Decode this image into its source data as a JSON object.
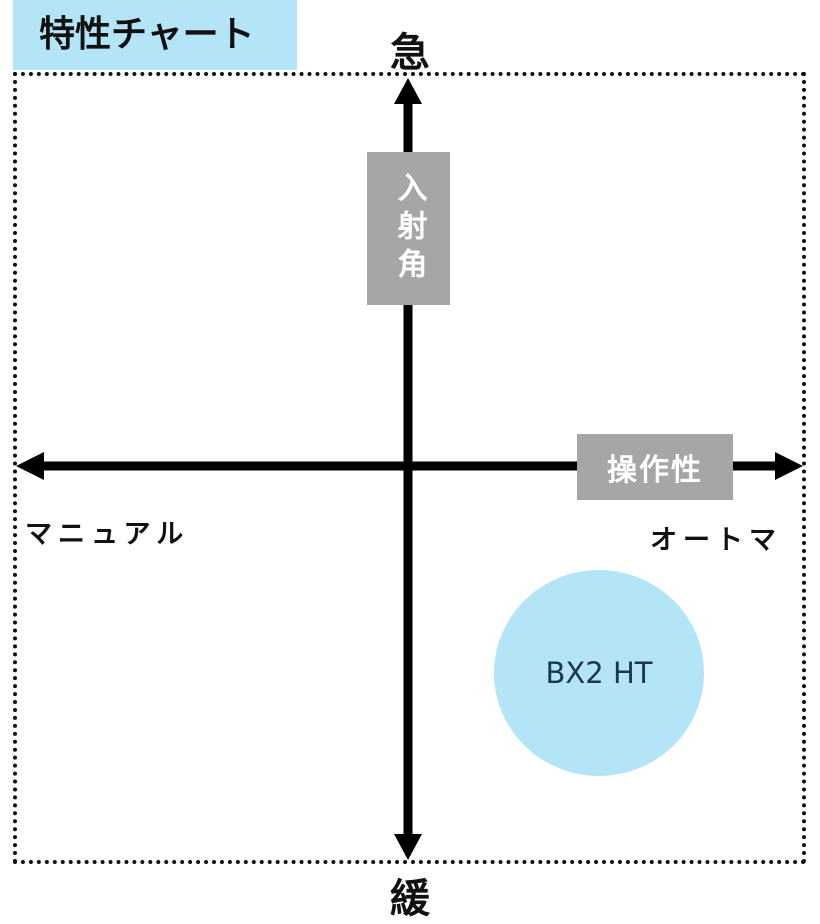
{
  "title": "特性チャート",
  "axes": {
    "vertical": {
      "label": "入射角",
      "label_chars": [
        "入",
        "射",
        "角"
      ],
      "top": "急",
      "bottom": "緩"
    },
    "horizontal": {
      "label": "操作性",
      "left": "マニュアル",
      "right": "オートマ"
    }
  },
  "items": [
    {
      "name": "BX2 HT",
      "color": "#b3e5f7"
    }
  ],
  "colors": {
    "title_bg": "#b3e5f7",
    "label_bg": "#a6a6a6",
    "axis": "#000000"
  }
}
